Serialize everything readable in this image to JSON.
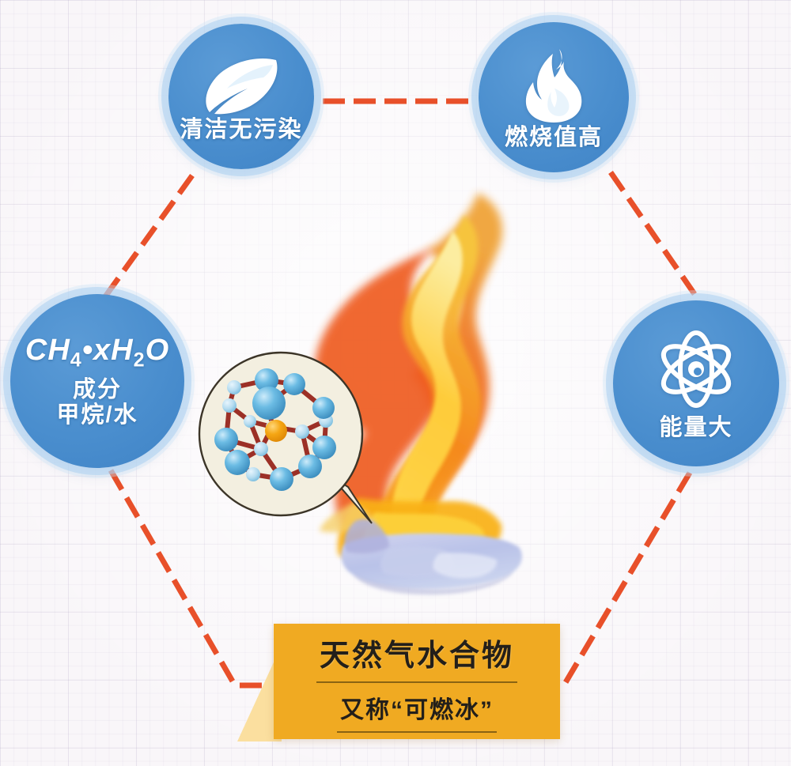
{
  "meta": {
    "theme": "natural-gas-hydrate-infographic",
    "accent_blue": "#4a8ece",
    "halo_blue": "#acd0f0",
    "accent_red": "#e8502a",
    "banner_yellow": "#f0aa22",
    "banner_fold_yellow": "#fbdf9f",
    "background": "#f9f6f9"
  },
  "nodes": [
    {
      "id": "clean",
      "icon": "leaf-icon",
      "label": "清洁无污染"
    },
    {
      "id": "burn",
      "icon": "flame-icon",
      "label": "燃烧值高"
    },
    {
      "id": "composition",
      "icon": "none",
      "formula": "CH4•xH2O",
      "formula_parts": {
        "a": "CH",
        "sub1": "4",
        "mid": "•x",
        "b": "H",
        "sub2": "2",
        "c": "O"
      },
      "label_line1": "成分",
      "label_line2": "甲烷/水"
    },
    {
      "id": "energy",
      "icon": "atom-icon",
      "label": "能量大"
    }
  ],
  "banner": {
    "title": "天然气水合物",
    "subtitle": "又称“可燃冰”"
  },
  "illustration": {
    "flame": "watercolor-flame",
    "ice": "methane-hydrate-ice-chunk",
    "magnifier": "clathrate-cage-callout",
    "molecule_center_color": "#f2a113",
    "molecule_atom_color": "#5ab0dd",
    "molecule_bond_color": "#9c3026"
  },
  "connectors": {
    "style": "dashed",
    "color": "#e8502a",
    "count": 5
  }
}
